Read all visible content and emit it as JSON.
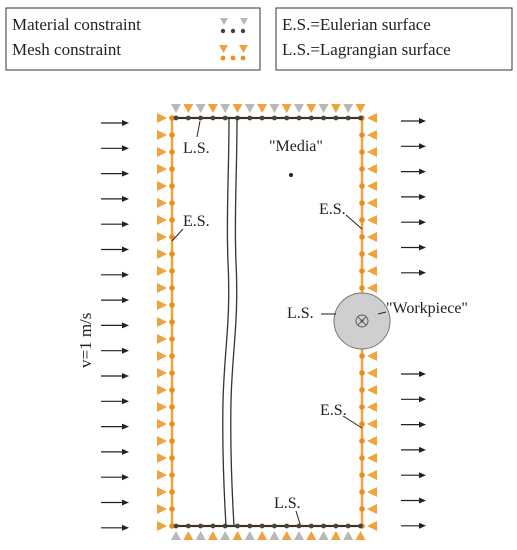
{
  "legend_left": {
    "material": "Material constraint",
    "mesh": "Mesh constraint"
  },
  "legend_right": {
    "eulerian": "E.S.=Eulerian surface",
    "lagrangian": "L.S.=Lagrangian surface"
  },
  "velocity_label": "v=1 m/s",
  "labels": {
    "ls_top": "L.S.",
    "media": "\"Media\"",
    "es_left": "E.S.",
    "es_right_top": "E.S.",
    "ls_workpiece": "L.S.",
    "workpiece": "\"Workpiece\"",
    "es_right_bottom": "E.S.",
    "ls_bottom": "L.S."
  },
  "colors": {
    "orange": "#f0a23c",
    "gray": "#b8b8b8",
    "dot_orange": "#e8901a",
    "dot_dark": "#444444",
    "workpiece_fill": "#cfcfcf"
  }
}
